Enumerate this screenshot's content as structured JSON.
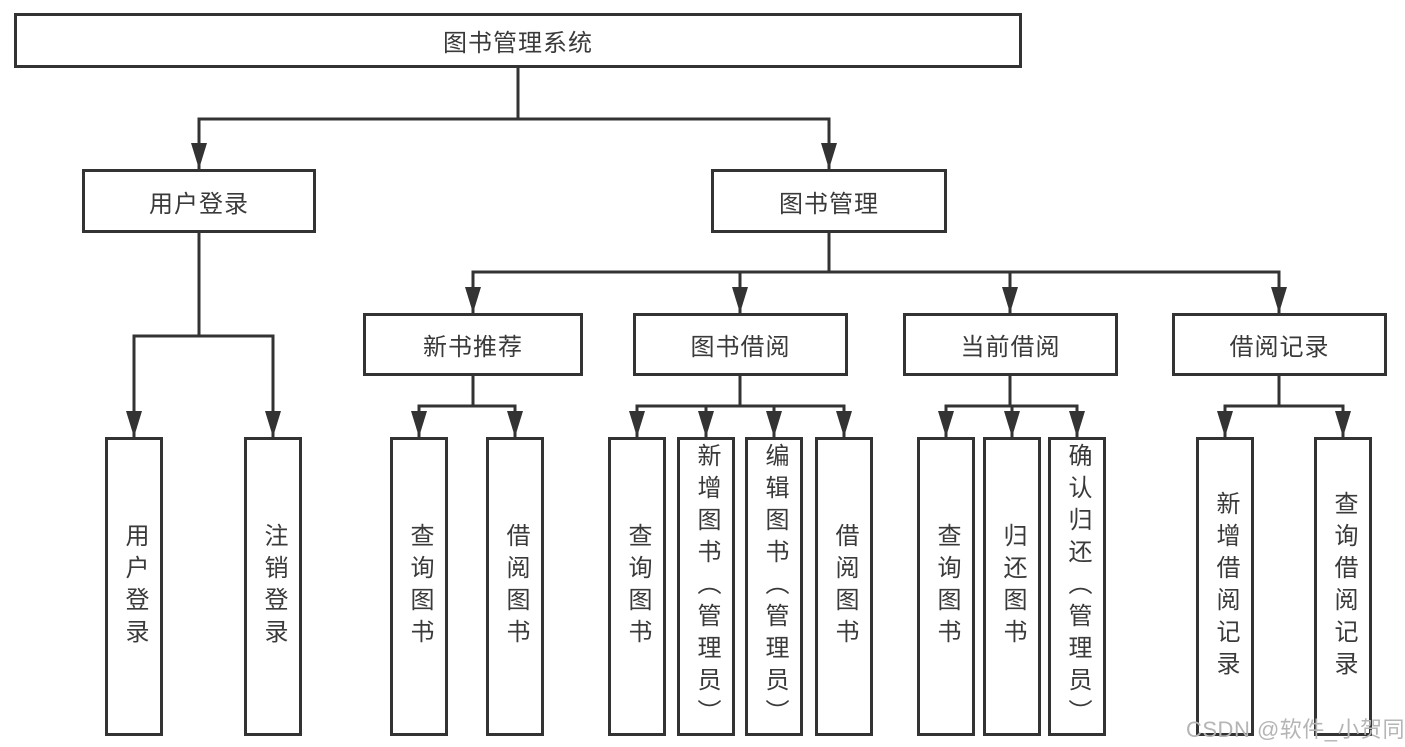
{
  "diagram": {
    "title": "图书管理系统",
    "tree": {
      "user_login": {
        "label": "用户登录",
        "children": [
          "用户登录",
          "注销登录"
        ]
      },
      "book_mgmt": {
        "label": "图书管理",
        "children": {
          "new_book": {
            "label": "新书推荐",
            "children": [
              "查询图书",
              "借阅图书"
            ]
          },
          "borrow": {
            "label": "图书借阅",
            "children": [
              "查询图书",
              "新增图书（管理员）",
              "编辑图书（管理员）",
              "借阅图书"
            ]
          },
          "current": {
            "label": "当前借阅",
            "children": [
              "查询图书",
              "归还图书",
              "确认归还（管理员）"
            ]
          },
          "records": {
            "label": "借阅记录",
            "children": [
              "新增借阅记录",
              "查询借阅记录"
            ]
          }
        }
      }
    }
  },
  "watermark": "CSDN @软件_小贺同学",
  "colors": {
    "line": "#333333",
    "text": "#3a3a3a",
    "watermark": "#b5b5b5",
    "background": "#ffffff"
  }
}
